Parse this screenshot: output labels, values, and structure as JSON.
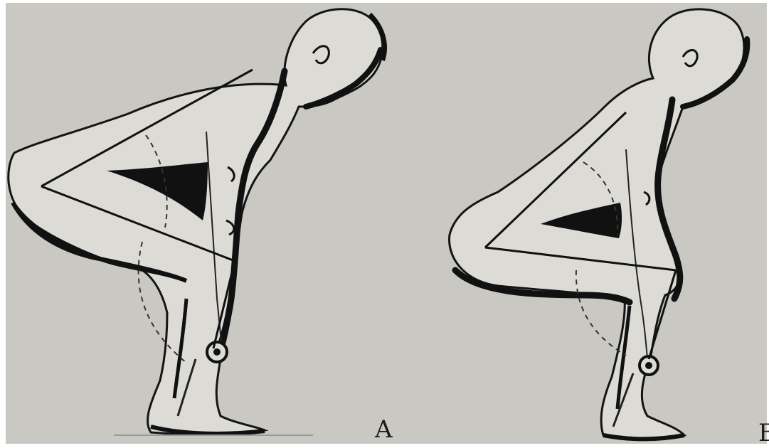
{
  "panels": [
    {
      "id": "A",
      "label": "A"
    },
    {
      "id": "B",
      "label": "B"
    }
  ],
  "colors": {
    "paper": "#c9c8c3",
    "ink": "#111111",
    "figure_fill": "#dcdbd6",
    "page_background": "#ffffff"
  }
}
